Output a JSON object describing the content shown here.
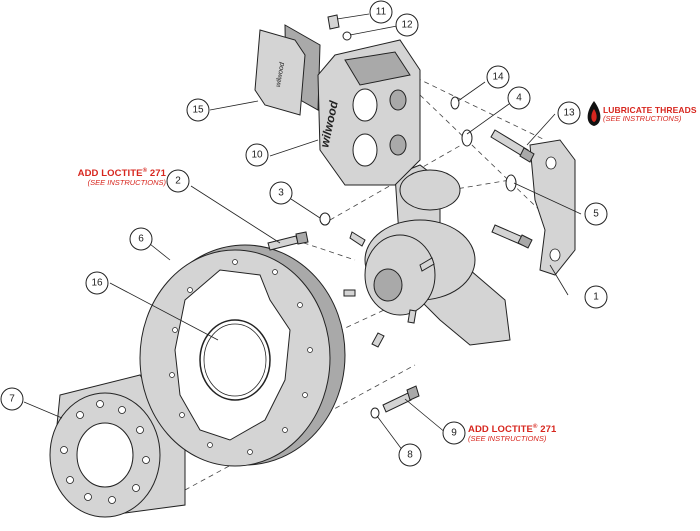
{
  "callouts": [
    "1",
    "2",
    "3",
    "4",
    "5",
    "6",
    "7",
    "8",
    "9",
    "10",
    "11",
    "12",
    "13",
    "14",
    "15",
    "16"
  ],
  "notes": {
    "loctite_top": {
      "main": "ADD LOCTITE",
      "sup": "®",
      "tail": " 271",
      "sub": "(SEE INSTRUCTIONS)"
    },
    "loctite_bottom": {
      "main": "ADD LOCTITE",
      "sup": "®",
      "tail": " 271",
      "sub": "(SEE INSTRUCTIONS)"
    },
    "lubricate": {
      "main": "LUBRICATE THREADS",
      "sub": "(SEE INSTRUCTIONS)"
    }
  },
  "branding": {
    "caliper": "wilwood",
    "pad": "wilwood"
  },
  "colors": {
    "part_fill": "#d4d4d4",
    "part_dark": "#a9a9a9",
    "line": "#222222",
    "note": "#d7261e"
  }
}
